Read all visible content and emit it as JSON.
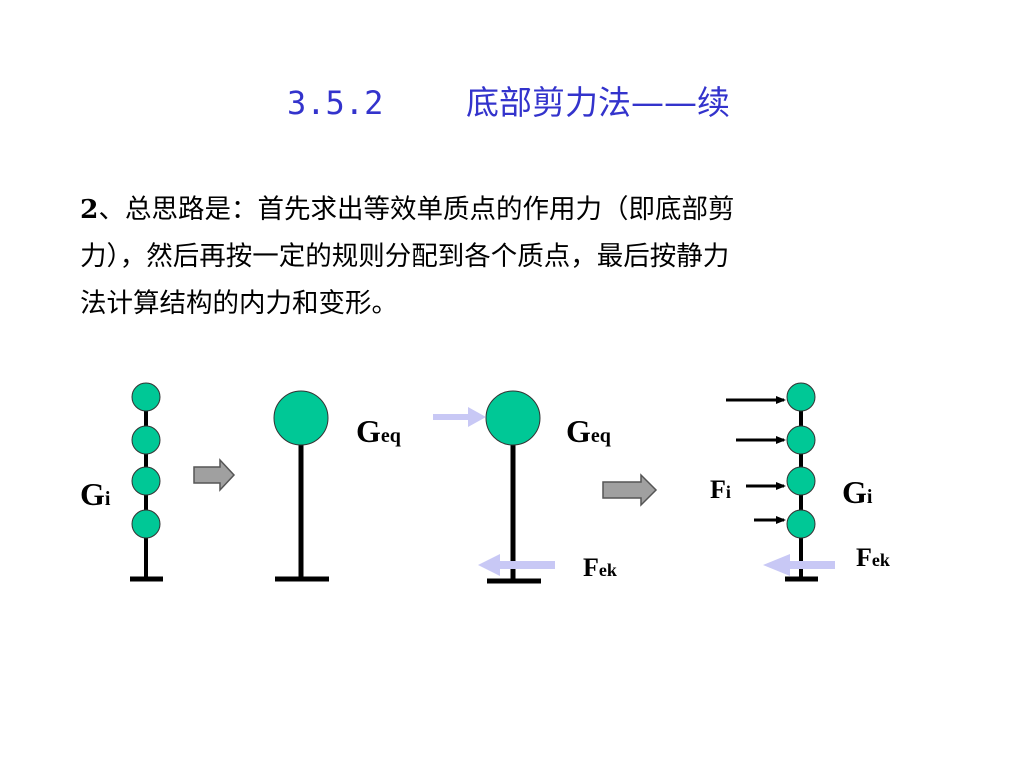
{
  "title": {
    "section_number": "3.5.2",
    "heading": "底部剪力法——续"
  },
  "body": {
    "lead": "2",
    "lines": [
      "、总思路是：首先求出等效单质点的作用力（即底部剪",
      "力），然后再按一定的规则分配到各个质点，最后按静力",
      "法计算结构的内力和变形。"
    ]
  },
  "diagram": {
    "mass_color": "#00c896",
    "light_arrow_color": "#c8c8f5",
    "step_arrow_color": "#a0a0a0",
    "labels": {
      "gi_left": {
        "main": "G",
        "sub": "i"
      },
      "geq_1": {
        "main": "G",
        "sub": "eq"
      },
      "geq_2": {
        "main": "G",
        "sub": "eq"
      },
      "fek_1": {
        "main": "F",
        "sub": "ek"
      },
      "fi": {
        "main": "F",
        "sub": "i"
      },
      "gi_right": {
        "main": "G",
        "sub": "i"
      },
      "fek_2": {
        "main": "F",
        "sub": "ek"
      }
    }
  }
}
